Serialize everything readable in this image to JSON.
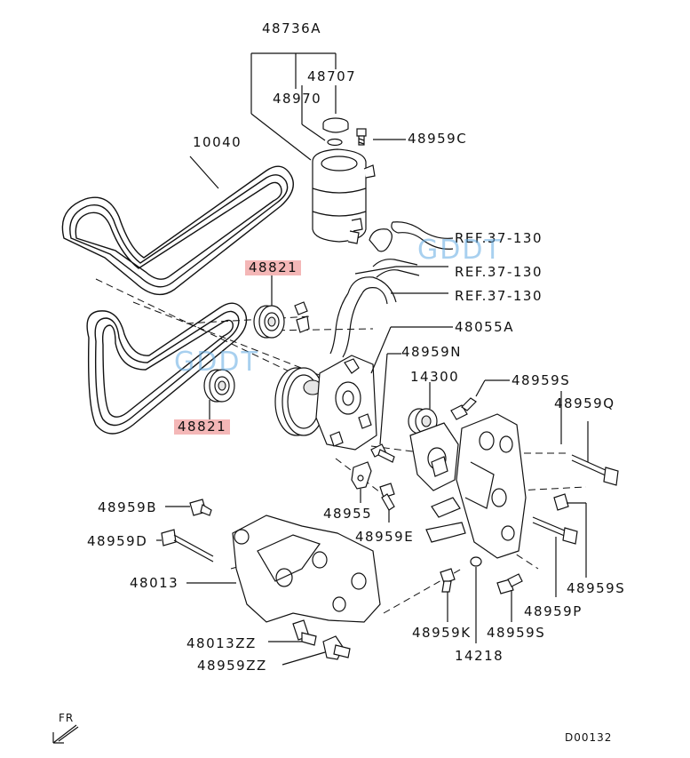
{
  "diagram": {
    "part_numbers": {
      "p48736A": "48736A",
      "p48707": "48707",
      "p48970": "48970",
      "p48959C": "48959C",
      "p10040": "10040",
      "ref1": "REF.37-130",
      "ref2": "REF.37-130",
      "ref3": "REF.37-130",
      "p48821_top": "48821",
      "p48821_bottom": "48821",
      "p48055A": "48055A",
      "p48959N": "48959N",
      "p14300": "14300",
      "p48959S_top": "48959S",
      "p48959Q": "48959Q",
      "p48955": "48955",
      "p48959E": "48959E",
      "p48959B": "48959B",
      "p48959D": "48959D",
      "p48013": "48013",
      "p48013ZZ": "48013ZZ",
      "p48959ZZ": "48959ZZ",
      "p48959K": "48959K",
      "p48959S_mid": "48959S",
      "p48959P": "48959P",
      "p48959S_right": "48959S",
      "p14218": "14218"
    },
    "direction_label": "FR",
    "diagram_code": "D00132",
    "watermark_top": "GDDT",
    "watermark_left": "GDDT",
    "highlight_color": "#f4b7b7",
    "watermark_color": "#60aae1"
  }
}
